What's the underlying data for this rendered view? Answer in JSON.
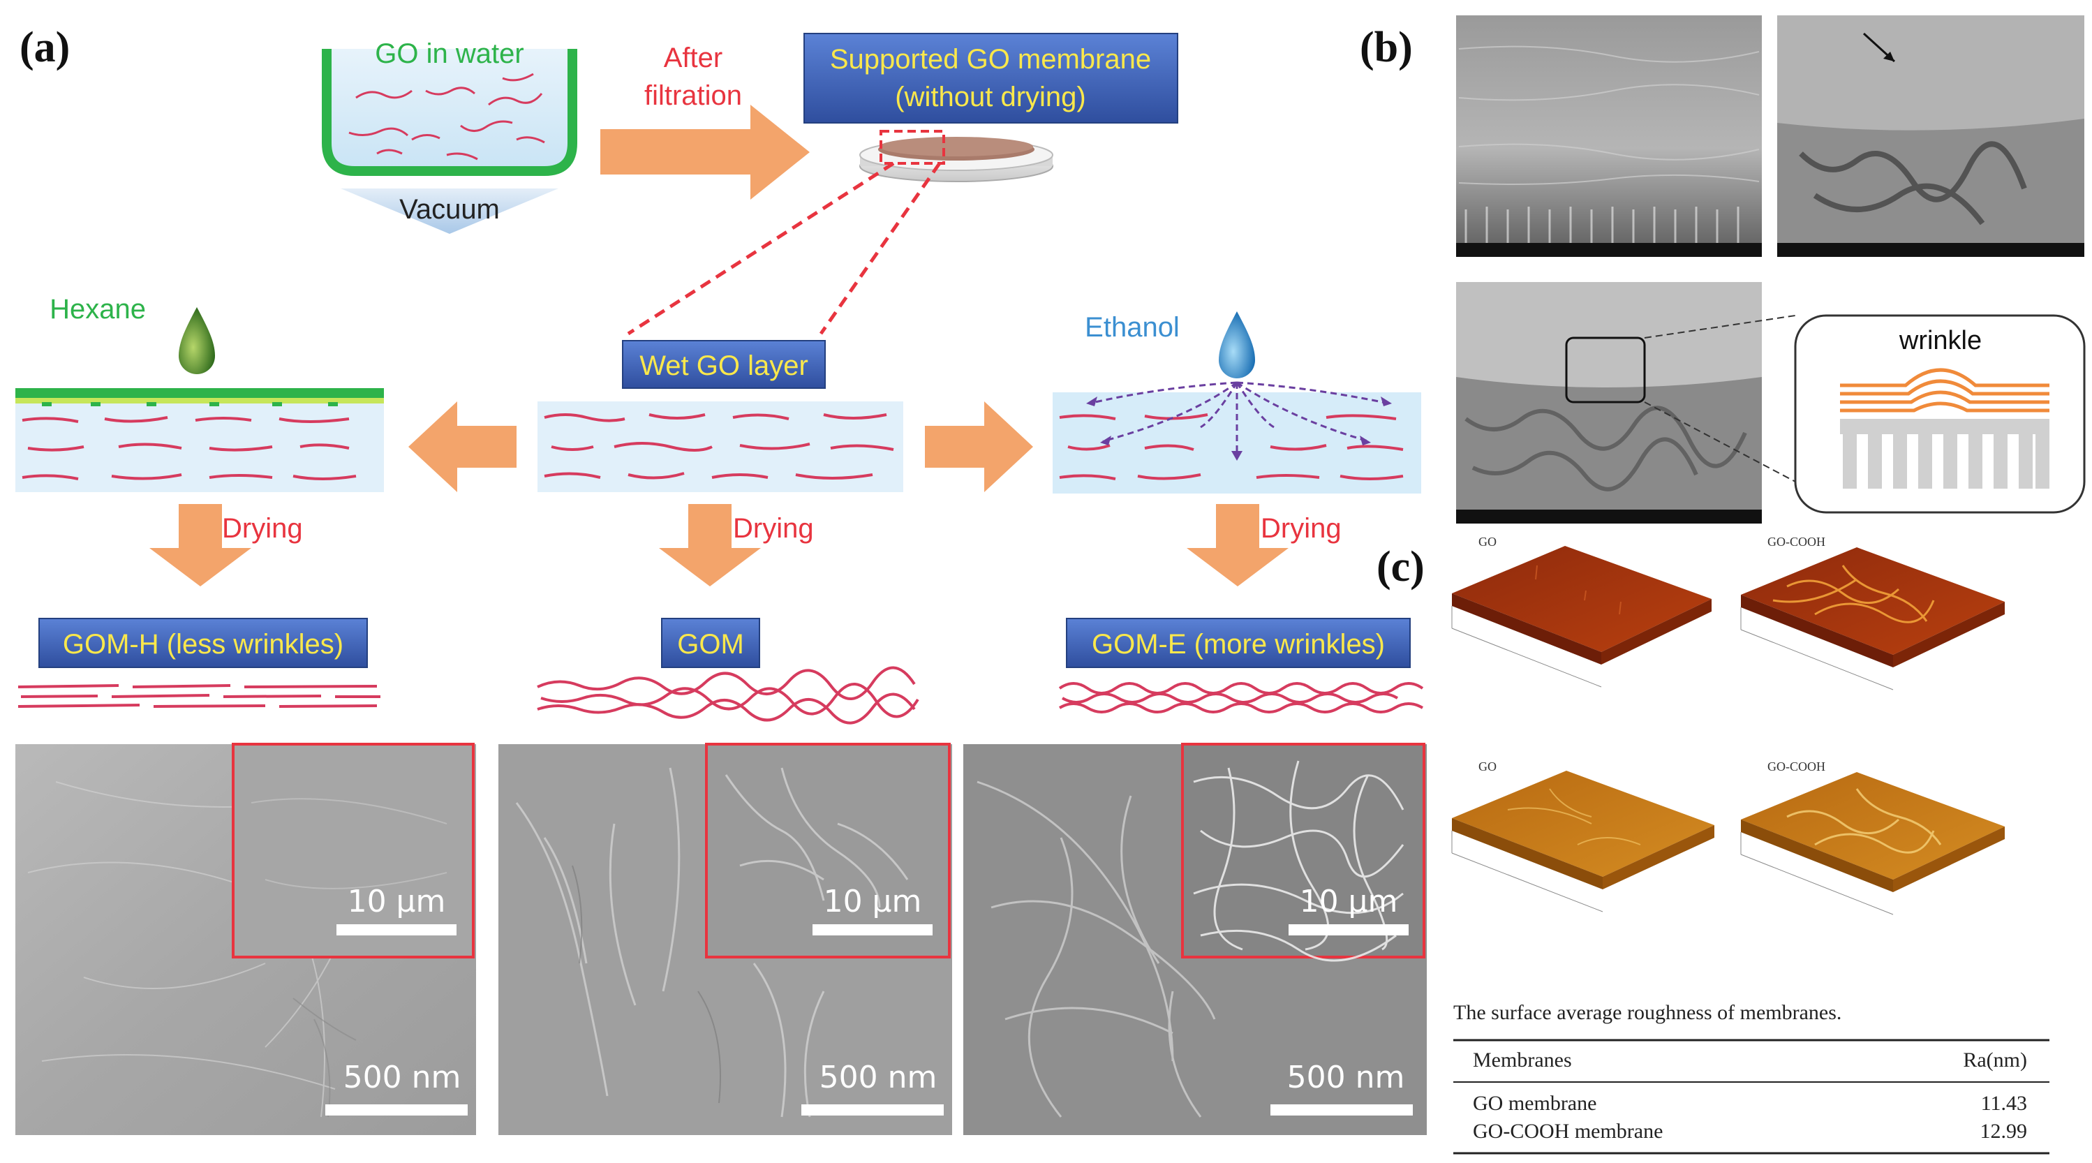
{
  "panels": {
    "a": "(a)",
    "b": "(b)",
    "c": "(c)"
  },
  "labels": {
    "go_in_water": "GO in water",
    "vacuum": "Vacuum",
    "after_filtration": "After\nfiltration",
    "supported_go_membrane": "Supported GO membrane\n(without drying)",
    "wet_go_layer": "Wet GO layer",
    "hexane": "Hexane",
    "ethanol": "Ethanol",
    "drying": "Drying",
    "gom_h": "GOM-H (less wrinkles)",
    "gom": "GOM",
    "gom_e": "GOM-E (more wrinkles)",
    "wrinkle": "wrinkle"
  },
  "sem": {
    "scale_inset": "10 μm",
    "scale_main": "500 nm"
  },
  "afm": {
    "top_left": "GO",
    "top_right": "GO-COOH",
    "bottom_left": "GO",
    "bottom_right": "GO-COOH"
  },
  "colors": {
    "go_green": "#2db34a",
    "drying_red": "#e8343f",
    "arrow_orange": "#f3a46b",
    "box_blue": "#3e63b6",
    "box_text_yellow": "#fbe84b",
    "ethanol_blue": "#3b8fd1",
    "sheet_red": "#d63b5e",
    "inset_red": "#e8343f"
  },
  "table": {
    "caption": "The surface average roughness of membranes.",
    "headers": [
      "Membranes",
      "Ra(nm)"
    ],
    "rows": [
      [
        "GO membrane",
        "11.43"
      ],
      [
        "GO-COOH membrane",
        "12.99"
      ]
    ]
  }
}
